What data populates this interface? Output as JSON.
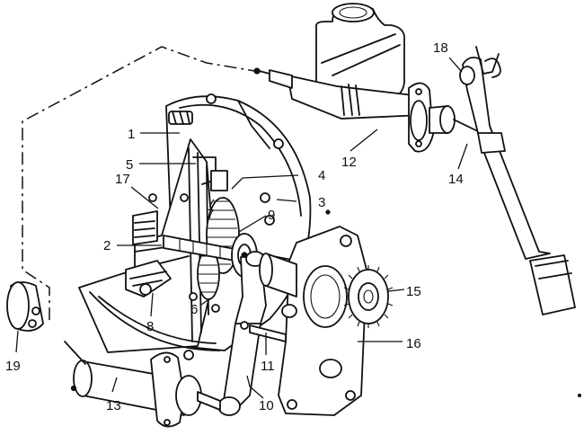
{
  "diagram": {
    "callouts": [
      "1",
      "2",
      "3",
      "4",
      "5",
      "6",
      "7",
      "8",
      "9",
      "10",
      "11",
      "12",
      "13",
      "14",
      "15",
      "16",
      "17",
      "18",
      "19"
    ]
  },
  "colors": {
    "ink": "#111111",
    "paper": "#ffffff"
  }
}
